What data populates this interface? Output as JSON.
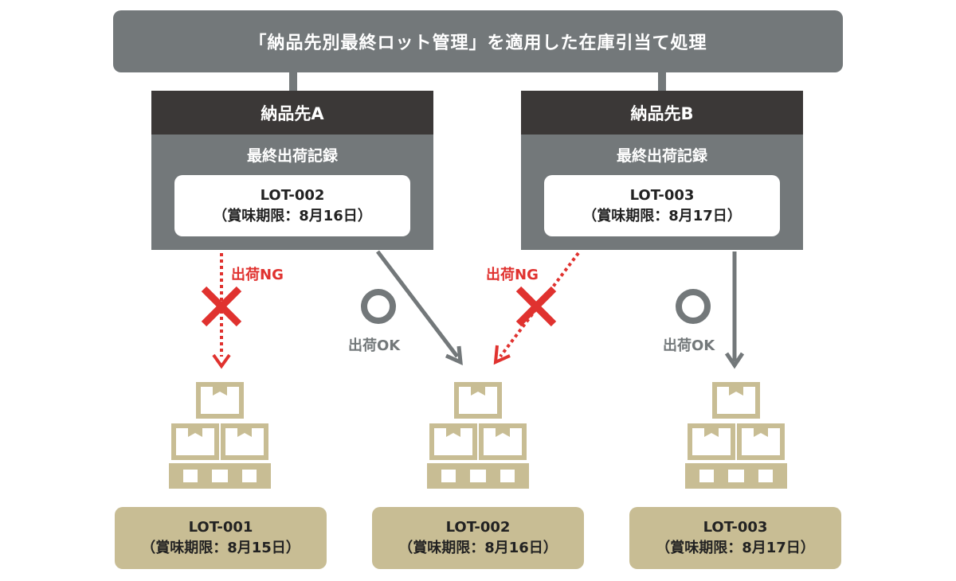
{
  "title": "「納品先別最終ロット管理」を適用した在庫引当て処理",
  "destinations": [
    {
      "name": "納品先A",
      "record_label": "最終出荷記録",
      "lot": "LOT-002",
      "expiry": "（賞味期限：8月16日）"
    },
    {
      "name": "納品先B",
      "record_label": "最終出荷記録",
      "lot": "LOT-003",
      "expiry": "（賞味期限：8月17日）"
    }
  ],
  "stock": [
    {
      "lot": "LOT-001",
      "expiry": "（賞味期限：8月15日）"
    },
    {
      "lot": "LOT-002",
      "expiry": "（賞味期限：8月16日）"
    },
    {
      "lot": "LOT-003",
      "expiry": "（賞味期限：8月17日）"
    }
  ],
  "labels": {
    "ng": "出荷NG",
    "ok": "出荷OK"
  },
  "colors": {
    "gray": "#73787a",
    "dark": "#3b3837",
    "red": "#e0322f",
    "beige": "#c8bd94"
  },
  "icons": [
    "cross-mark-icon",
    "circle-ok-icon",
    "pallet-boxes-icon"
  ]
}
